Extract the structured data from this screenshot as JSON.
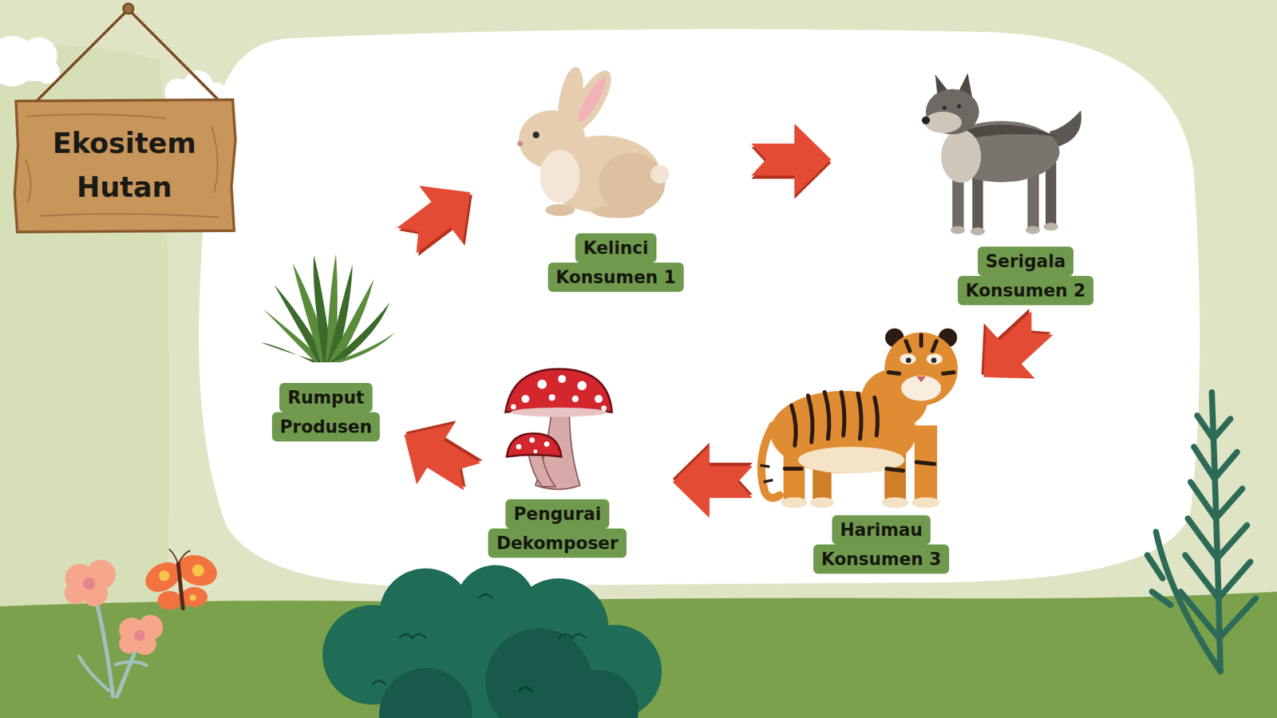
{
  "diagram": {
    "title": "Ekositem Hutan",
    "nodes": [
      {
        "text": [
          "Rumput",
          "Produsen"
        ]
      },
      {
        "text": [
          "Kelinci",
          "Konsumen 1"
        ]
      },
      {
        "text": [
          "Serigala",
          "Konsumen 2"
        ]
      },
      {
        "text": [
          "Harimau",
          "Konsumen 3"
        ]
      },
      {
        "text": [
          "Pengurai",
          "Dekomposer"
        ]
      }
    ],
    "edges": [
      {
        "from": 0,
        "to": 1,
        "arrow": "to"
      },
      {
        "from": 1,
        "to": 2,
        "arrow": "to"
      },
      {
        "from": 2,
        "to": 3,
        "arrow": "to"
      },
      {
        "from": 3,
        "to": 4,
        "arrow": "to"
      },
      {
        "from": 4,
        "to": 0,
        "arrow": "to"
      }
    ]
  }
}
